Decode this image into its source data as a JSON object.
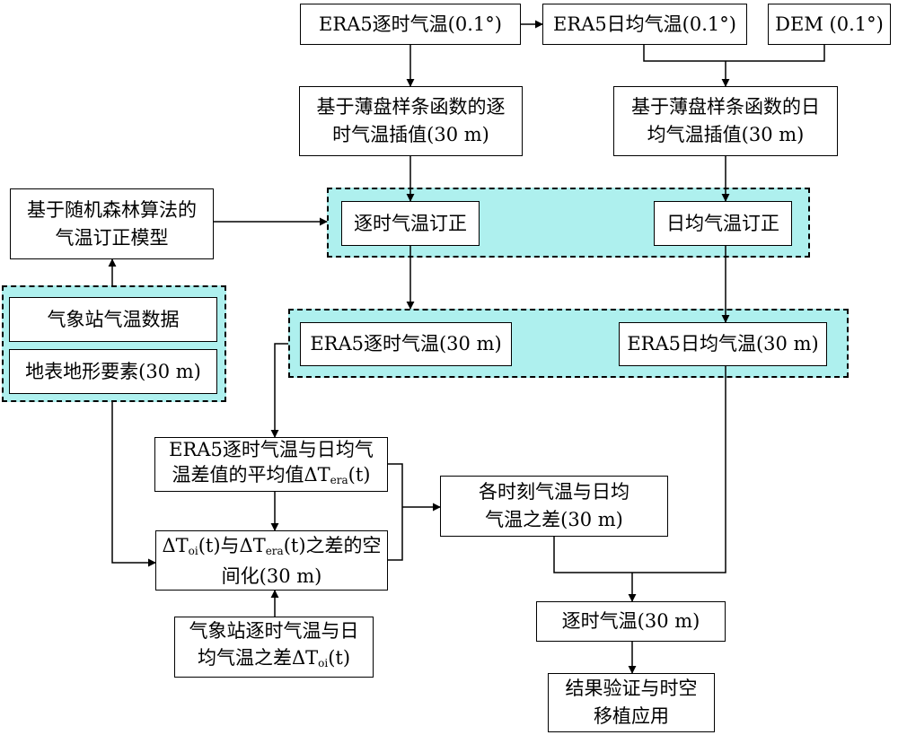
{
  "nodes": {
    "era5_hourly": {
      "text": "ERA5逐时气温(0.1°)"
    },
    "era5_daily": {
      "text": "ERA5日均气温(0.1°)"
    },
    "dem": {
      "text": "DEM (0.1°)"
    },
    "tps_hourly": {
      "line1": "基于薄盘样条函数的逐",
      "line2": "时气温插值(30 m)"
    },
    "tps_daily": {
      "line1": "基于薄盘样条函数的日",
      "line2": "均气温插值(30 m)"
    },
    "rf_model": {
      "line1": "基于随机森林算法的",
      "line2": "气温订正模型"
    },
    "hourly_correction": {
      "text": "逐时气温订正"
    },
    "daily_correction": {
      "text": "日均气温订正"
    },
    "station_data": {
      "text": "气象站气温数据"
    },
    "terrain_factors": {
      "text": "地表地形要素(30 m)"
    },
    "era5_hourly_30m": {
      "text": "ERA5逐时气温(30 m)"
    },
    "era5_daily_30m": {
      "text": "ERA5日均气温(30 m)"
    },
    "mean_diff": {
      "line1": "ERA5逐时气温与日均气",
      "line2_a": "温差值的平均值ΔT",
      "line2_sub": "era",
      "line2_b": "(t)"
    },
    "spatialization": {
      "a": "ΔT",
      "a_sub": "oi",
      "b": "(t)与ΔT",
      "b_sub": "era",
      "c": "(t)之差的空",
      "line2": "间化(30 m)"
    },
    "hourly_daily_diff": {
      "line1": "各时刻气温与日均",
      "line2": "气温之差(30 m)"
    },
    "station_diff": {
      "line1": "气象站逐时气温与日",
      "line2_a": "均气温之差ΔT",
      "line2_sub": "oi",
      "line2_b": "(t)"
    },
    "hourly_temp_30m": {
      "text": "逐时气温(30 m)"
    },
    "validation": {
      "line1": "结果验证与时空",
      "line2": "移植应用"
    }
  }
}
